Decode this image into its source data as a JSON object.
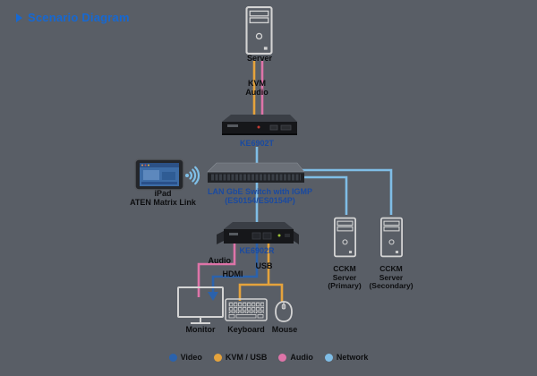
{
  "title": "Scenario Diagram",
  "colors": {
    "accent": "#1668d2",
    "device_label": "#1a4aa0",
    "text": "#0d0e10",
    "video": "#2b62ac",
    "kvm_usb": "#e5a33c",
    "audio": "#de74a8",
    "network": "#7fbde6",
    "background": "#595e66",
    "device_outline": "#d4d4d4"
  },
  "nodes": {
    "server": {
      "label": "Server"
    },
    "transmitter": {
      "label": "KE6902T"
    },
    "ipad": {
      "label": "iPad",
      "sublabel": "ATEN Matrix Link"
    },
    "switch": {
      "line1": "LAN GbE Switch with IGMP",
      "line2": "(ES0154/ES0154P)"
    },
    "receiver": {
      "label": "KE6902R"
    },
    "cckm_primary": {
      "line1": "CCKM",
      "line2": "Server",
      "line3": "(Primary)"
    },
    "cckm_secondary": {
      "line1": "CCKM",
      "line2": "Server",
      "line3": "(Secondary)"
    },
    "monitor": {
      "label": "Monitor"
    },
    "keyboard": {
      "label": "Keyboard"
    },
    "mouse": {
      "label": "Mouse"
    }
  },
  "cable_labels": {
    "kvm": "KVM",
    "audio_server": "Audio",
    "audio_receiver": "Audio",
    "hdmi": "HDMI",
    "usb": "USB"
  },
  "legend": {
    "items": [
      {
        "label": "Video",
        "color_key": "video"
      },
      {
        "label": "KVM / USB",
        "color_key": "kvm_usb"
      },
      {
        "label": "Audio",
        "color_key": "audio"
      },
      {
        "label": "Network",
        "color_key": "network"
      }
    ]
  }
}
